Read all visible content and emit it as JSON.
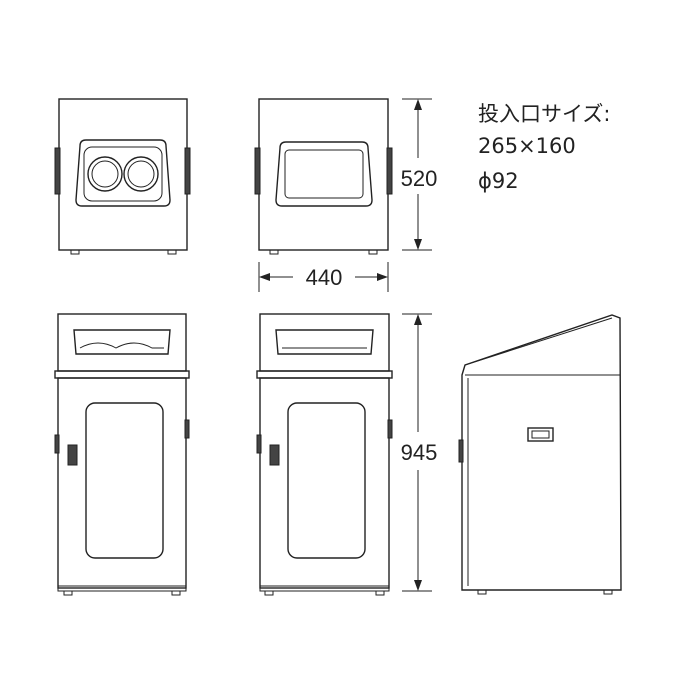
{
  "dimensions": {
    "top_height": "520",
    "width": "440",
    "body_height": "945"
  },
  "notes": {
    "opening_label": "投入口サイズ:",
    "opening_size": "265×160",
    "opening_diameter": "ϕ92"
  },
  "colors": {
    "line": "#222222",
    "background": "#ffffff"
  }
}
